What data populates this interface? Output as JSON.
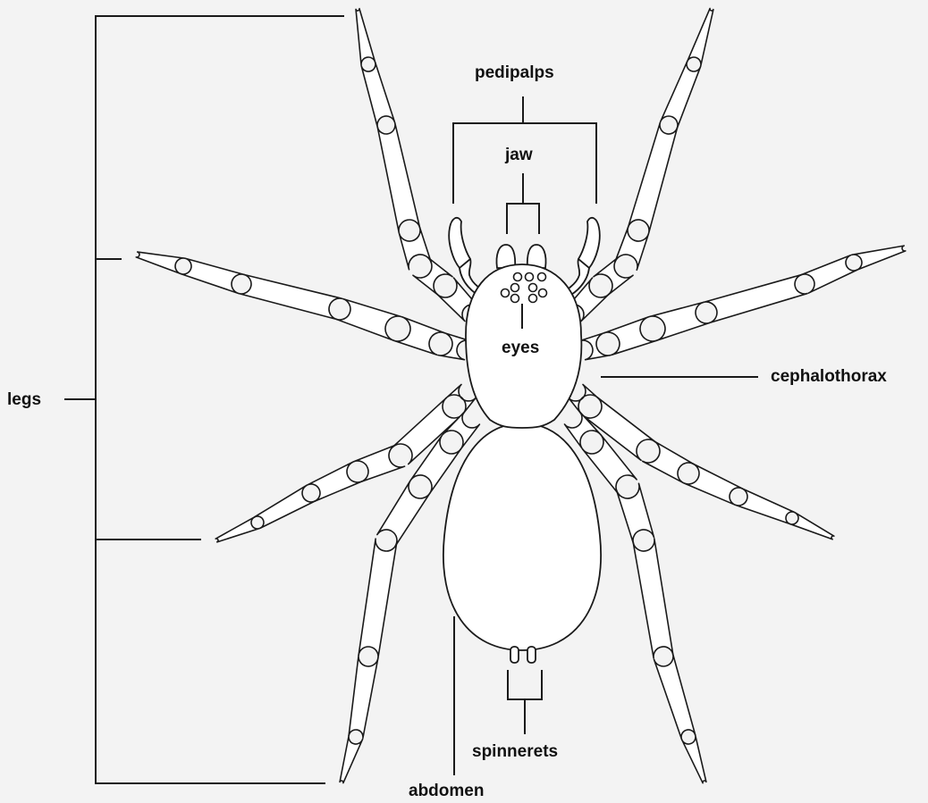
{
  "diagram": {
    "labels": {
      "legs": "legs",
      "pedipalps": "pedipalps",
      "jaw": "jaw",
      "eyes": "eyes",
      "cephalothorax": "cephalothorax",
      "spinnerets": "spinnerets",
      "abdomen": "abdomen"
    },
    "colors": {
      "background": "#f3f3f3",
      "fill": "#ffffff",
      "stroke": "#1a1a1a"
    }
  }
}
